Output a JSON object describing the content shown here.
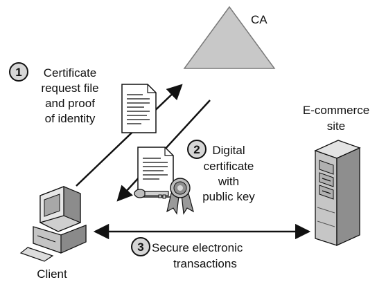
{
  "nodes": {
    "ca": {
      "label": "CA"
    },
    "ecommerce": {
      "label_lines": [
        "E-commerce",
        "site"
      ]
    },
    "client": {
      "label": "Client"
    }
  },
  "steps": [
    {
      "number": "1",
      "lines": [
        "Certificate",
        "request file",
        "and proof",
        "of identity"
      ]
    },
    {
      "number": "2",
      "lines": [
        "Digital",
        "certificate",
        "with",
        "public key"
      ]
    },
    {
      "number": "3",
      "lines": [
        "Secure electronic",
        "transactions"
      ]
    }
  ],
  "colors": {
    "shape_fill": "#c8c8c8",
    "shape_dark": "#8a8a8a",
    "stroke": "#111111"
  }
}
